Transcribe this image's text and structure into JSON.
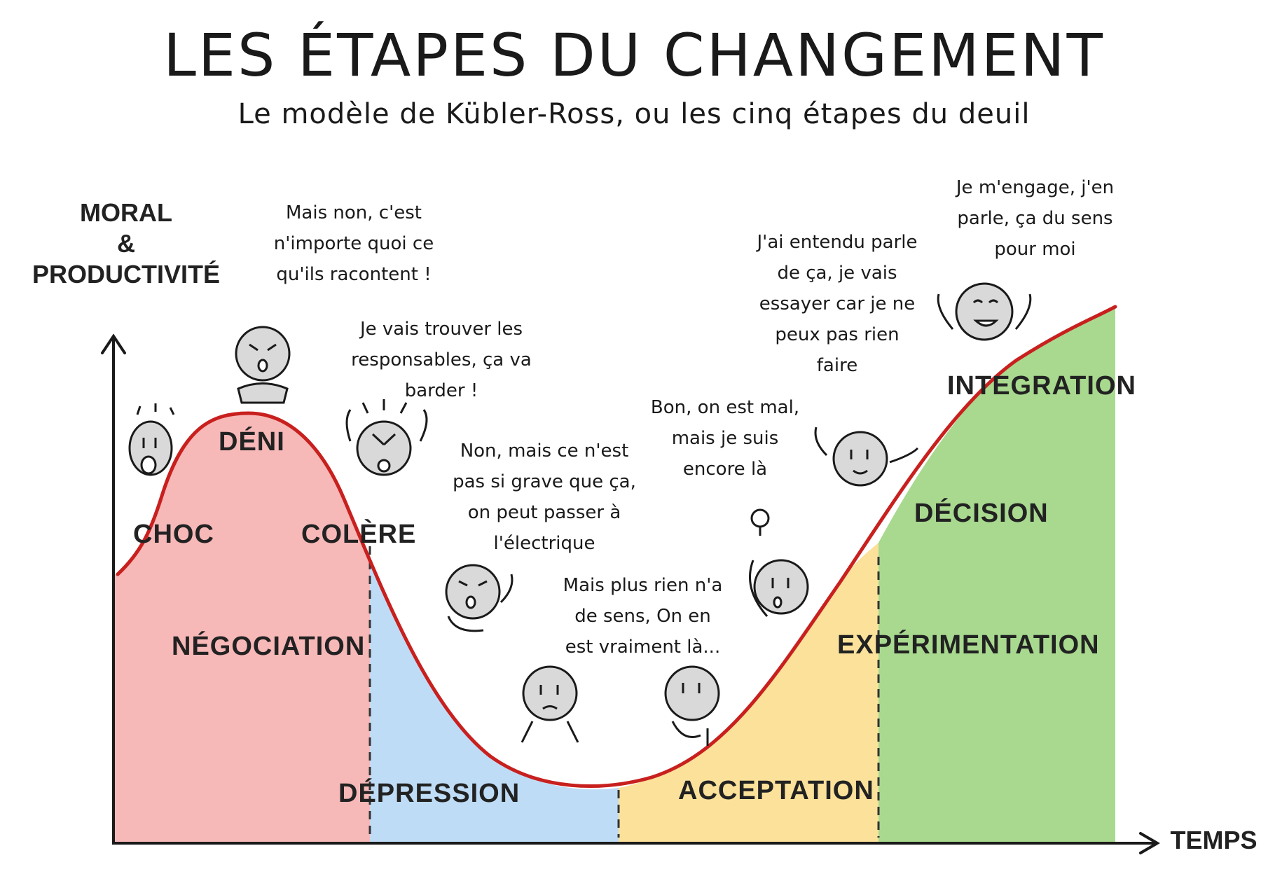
{
  "title": "LES ÉTAPES DU CHANGEMENT",
  "subtitle": "Le modèle de Kübler-Ross, ou les cinq étapes du deuil",
  "axes": {
    "y_label_line1": "MORAL",
    "y_label_line2": "&",
    "y_label_line3": "PRODUCTIVITÉ",
    "x_label": "TEMPS"
  },
  "phases": [
    {
      "name": "pink",
      "color": "#f7b8b8"
    },
    {
      "name": "blue",
      "color": "#bfdcf7"
    },
    {
      "name": "yellow",
      "color": "#fbe19a"
    },
    {
      "name": "green",
      "color": "#a8d98f"
    }
  ],
  "curve_color": "#c8201e",
  "stages": {
    "choc": "CHOC",
    "deni": "DÉNI",
    "colere": "COLÈRE",
    "negociation": "NÉGOCIATION",
    "depression": "DÉPRESSION",
    "acceptation": "ACCEPTATION",
    "experimentation": "EXPÉRIMENTATION",
    "decision": "DÉCISION",
    "integration": "INTEGRATION"
  },
  "quotes": {
    "deni": [
      "Mais non, c'est",
      "n'importe quoi ce",
      "qu'ils racontent !"
    ],
    "colere": [
      "Je vais trouver les",
      "responsables, ça va",
      "barder !"
    ],
    "negociation": [
      "Non, mais ce n'est",
      "pas si grave que ça,",
      "on peut passer à",
      "l'électrique"
    ],
    "depression": [
      "Mais plus rien n'a",
      "de sens, On en",
      "est vraiment là..."
    ],
    "acceptation": [
      "Bon, on est mal,",
      "mais je suis",
      "encore là"
    ],
    "experimentation": [
      "J'ai entendu parle",
      "de ça, je vais",
      "essayer car je ne",
      "peux pas rien",
      "faire"
    ],
    "integration": [
      "Je m'engage, j'en",
      "parle, ça du sens",
      "pour moi"
    ]
  }
}
